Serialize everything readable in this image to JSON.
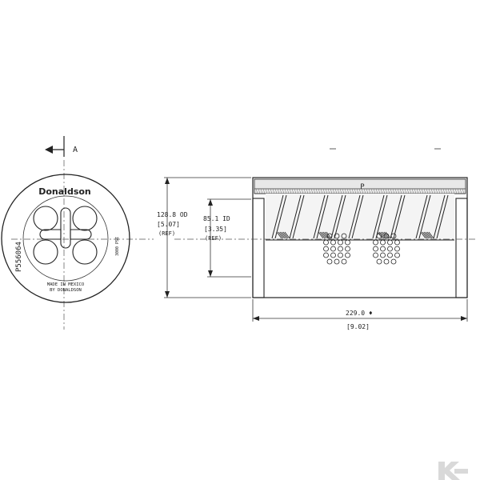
{
  "end_view": {
    "section_label": "A",
    "brand": "Donaldson",
    "part_number": "P556064",
    "pressure_text": "3000 PSI",
    "made_in_line1": "MADE IN MEXICO",
    "made_in_line2": "BY DONALDSON"
  },
  "side_view": {
    "flow_label": "P"
  },
  "dimensions": {
    "od_value": "128.8 OD",
    "od_inch": "[5.07]",
    "od_ref": "(REF)",
    "id_value": "85.1 ID",
    "id_inch": "[3.35]",
    "id_ref": "(REF)",
    "length_value": "229.0 ♦",
    "length_inch": "[9.02]"
  },
  "logo": {
    "color": "#d9d9d9"
  }
}
